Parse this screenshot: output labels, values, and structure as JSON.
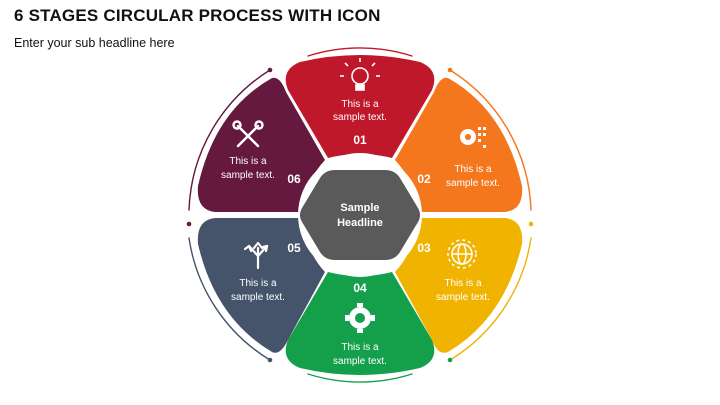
{
  "header": {
    "title": "6 STAGES CIRCULAR PROCESS WITH ICON",
    "subtitle": "Enter your sub headline here"
  },
  "center": {
    "line1": "Sample",
    "line2": "Headline",
    "color": "#5a5a5a"
  },
  "stages": [
    {
      "number": "01",
      "line1": "This is a",
      "line2": "sample text.",
      "color": "#c0182b",
      "icon": "lightbulb-gear-icon"
    },
    {
      "number": "02",
      "line1": "This is a",
      "line2": "sample text.",
      "color": "#f4761d",
      "icon": "digital-gear-icon"
    },
    {
      "number": "03",
      "line1": "This is a",
      "line2": "sample text.",
      "color": "#f0b400",
      "icon": "globe-gear-icon"
    },
    {
      "number": "04",
      "line1": "This is a",
      "line2": "sample text.",
      "color": "#14a04b",
      "icon": "wrench-gear-icon"
    },
    {
      "number": "05",
      "line1": "This is a",
      "line2": "sample text.",
      "color": "#45546b",
      "icon": "split-arrows-icon"
    },
    {
      "number": "06",
      "line1": "This is a",
      "line2": "sample text.",
      "color": "#65193f",
      "icon": "tools-icon"
    }
  ]
}
